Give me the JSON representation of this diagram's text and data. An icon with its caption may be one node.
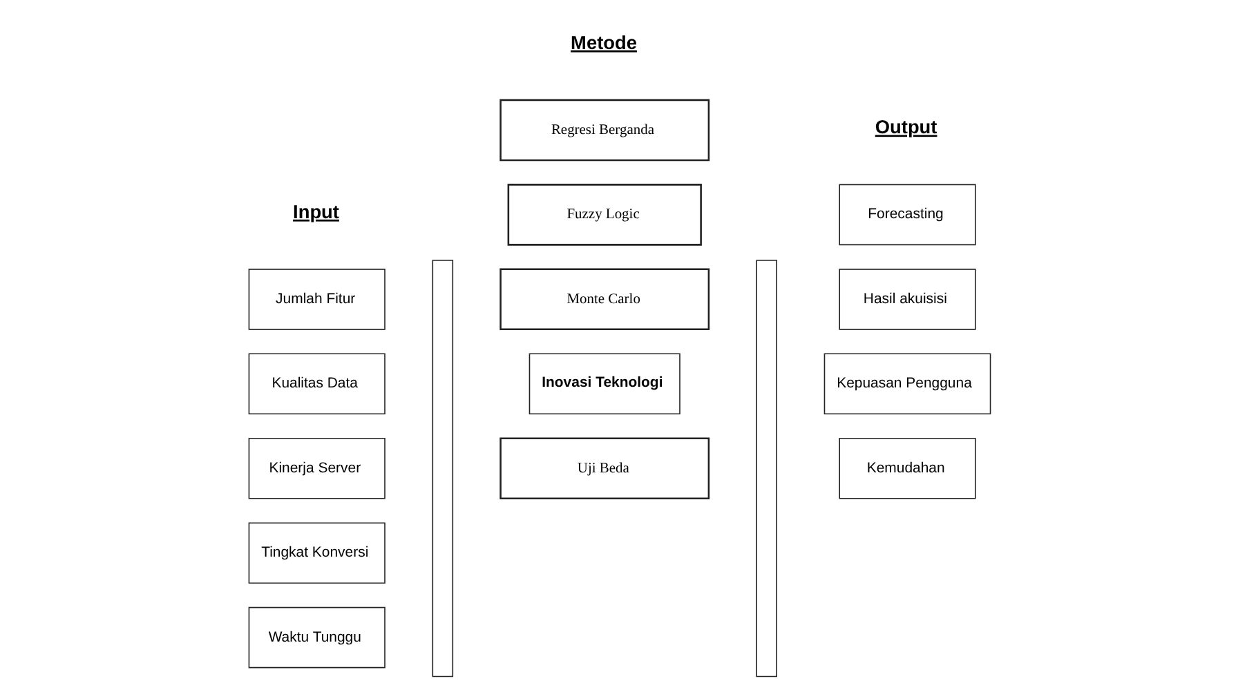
{
  "diagram": {
    "nodes": [
      {
        "text": [
          "Waktu Tunggu"
        ]
      },
      {
        "text": [
          "Tingkat Konversi"
        ]
      },
      {
        "text": [
          "Kinerja Server"
        ]
      },
      {
        "text": [
          "Kualitas Data"
        ]
      },
      {
        "text": [
          "Jumlah Fitur"
        ]
      },
      {
        "text": [],
        "shape": "bar"
      },
      {
        "text": [
          "Inovasi Teknologi"
        ]
      },
      {
        "text": [
          "Monte Carlo"
        ]
      },
      {
        "text": [
          "Uji Beda"
        ]
      },
      {
        "text": [
          "Fuzzy Logic"
        ]
      },
      {
        "text": [
          "Regresi Berganda"
        ]
      },
      {
        "text": [],
        "shape": "bar"
      },
      {
        "text": [
          "Kepuasan Pengguna"
        ]
      },
      {
        "text": [
          "Kemudahan"
        ]
      },
      {
        "text": [
          "Hasil akuisisi"
        ]
      },
      {
        "text": [
          "Forecasting"
        ]
      }
    ],
    "labels": [
      "Input",
      "Metode",
      "Output"
    ]
  }
}
